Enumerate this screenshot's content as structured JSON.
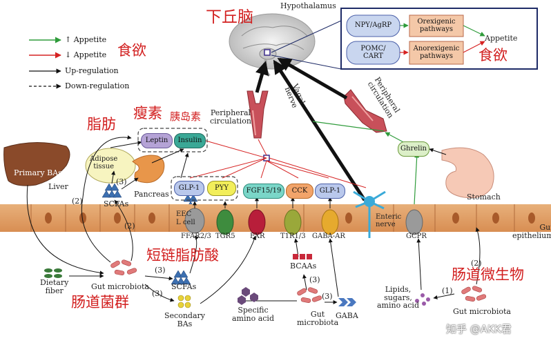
{
  "legend": {
    "appetite_up": "↑ Appetite",
    "appetite_down": "↓ Appetite",
    "up_regulation": "Up-regulation",
    "down_regulation": "Down-regulation",
    "colors": {
      "green": "#2e9b3a",
      "red": "#d62222",
      "black": "#111111"
    }
  },
  "red_labels": {
    "hypothalamus_cn": "下丘脑",
    "appetite_cn_left": "食欲",
    "appetite_cn_right": "食欲",
    "fat_cn": "脂肪",
    "leptin_cn": "瘦素",
    "insulin_cn": "胰岛素",
    "scfa_cn": "短链脂肪酸",
    "gut_bacteria_cn": "肠道菌群",
    "gut_microbe_cn": "肠道微生物"
  },
  "hypothalamus": {
    "title": "Hypothalamus",
    "npy": "NPY/AgRP",
    "pomc": "POMC/\nCART",
    "orexigenic": "Orexigenic\npathways",
    "anorexigenic": "Anorexigenic\npathways",
    "appetite": "Appetite"
  },
  "labels": {
    "peripheral_circulation_mid": "Peripheral\ncirculation",
    "peripheral_circulation_right": "Peripheral\ncirculation",
    "vagal_nerve": "Vagal\nnerve",
    "leptin": "Leptin",
    "insulin": "Insulin",
    "adipose": "Adipose\ntissue",
    "pancreas": "Pancreas",
    "scfas_left": "SCFAs",
    "scfas_bottom": "SCFAs",
    "primary_bas": "Primary BAs",
    "liver": "Liver",
    "glp1_left": "GLP-1",
    "pyy": "PYY",
    "fgf": "FGF15/19",
    "cck": "CCK",
    "glp1_right": "GLP-1",
    "ghrelin": "Ghrelin",
    "stomach": "Stomach",
    "eec": "EEC",
    "lcell": "L cell",
    "ffar": "FFAR2/3",
    "tgr5": "TGR5",
    "fxr": "FXR",
    "t1r": "T1R1/3",
    "gaba_ar": "GABA-AR",
    "enteric": "Enteric\nnerve",
    "gcpr": "GCPR",
    "gut_epithelium": "Gut\nepithelium",
    "dietary_fiber": "Dietary\nfiber",
    "gut_microbiota_left": "Gut microbiota",
    "secondary_bas": "Secondary\nBAs",
    "specific_aa": "Specific\namino acid",
    "gut_microbiota_mid": "Gut\nmicrobiota",
    "gaba": "GABA",
    "bcaas": "BCAAs",
    "lipids": "Lipids,\nsugars,\namino acid",
    "gut_microbiota_right": "Gut microbiota",
    "step1": "(1)",
    "step2a": "(2)",
    "step2b": "(2)",
    "step2c": "(2)",
    "step3a": "(3)",
    "step3b": "(3)",
    "step3c": "(3)",
    "step3d": "(3)",
    "step3e": "(3)"
  },
  "watermark": "知乎 @AKK君"
}
